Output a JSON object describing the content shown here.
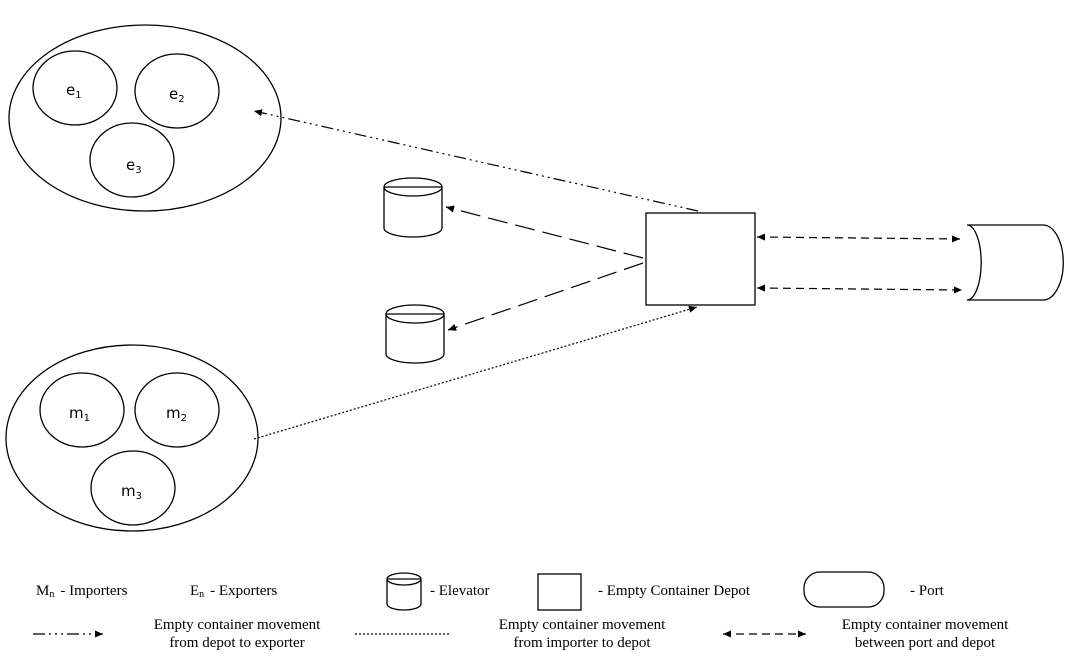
{
  "exporters": {
    "nodes": [
      {
        "letter": "e",
        "sub": "1"
      },
      {
        "letter": "e",
        "sub": "2"
      },
      {
        "letter": "e",
        "sub": "3"
      }
    ]
  },
  "importers": {
    "nodes": [
      {
        "letter": "m",
        "sub": "1"
      },
      {
        "letter": "m",
        "sub": "2"
      },
      {
        "letter": "m",
        "sub": "3"
      }
    ]
  },
  "legend": {
    "importers": {
      "symbol": "M",
      "sub": "n",
      "label": "- Importers"
    },
    "exporters": {
      "symbol": "E",
      "sub": "n",
      "label": "- Exporters"
    },
    "elevator": {
      "label": "- Elevator"
    },
    "depot": {
      "label": "- Empty Container Depot"
    },
    "port": {
      "label": "- Port"
    },
    "moves": [
      {
        "line1": "Empty container movement",
        "line2": "from depot to exporter"
      },
      {
        "line1": "Empty container movement",
        "line2": "from importer to depot"
      },
      {
        "line1": "Empty container movement",
        "line2": "between port and depot"
      }
    ]
  }
}
